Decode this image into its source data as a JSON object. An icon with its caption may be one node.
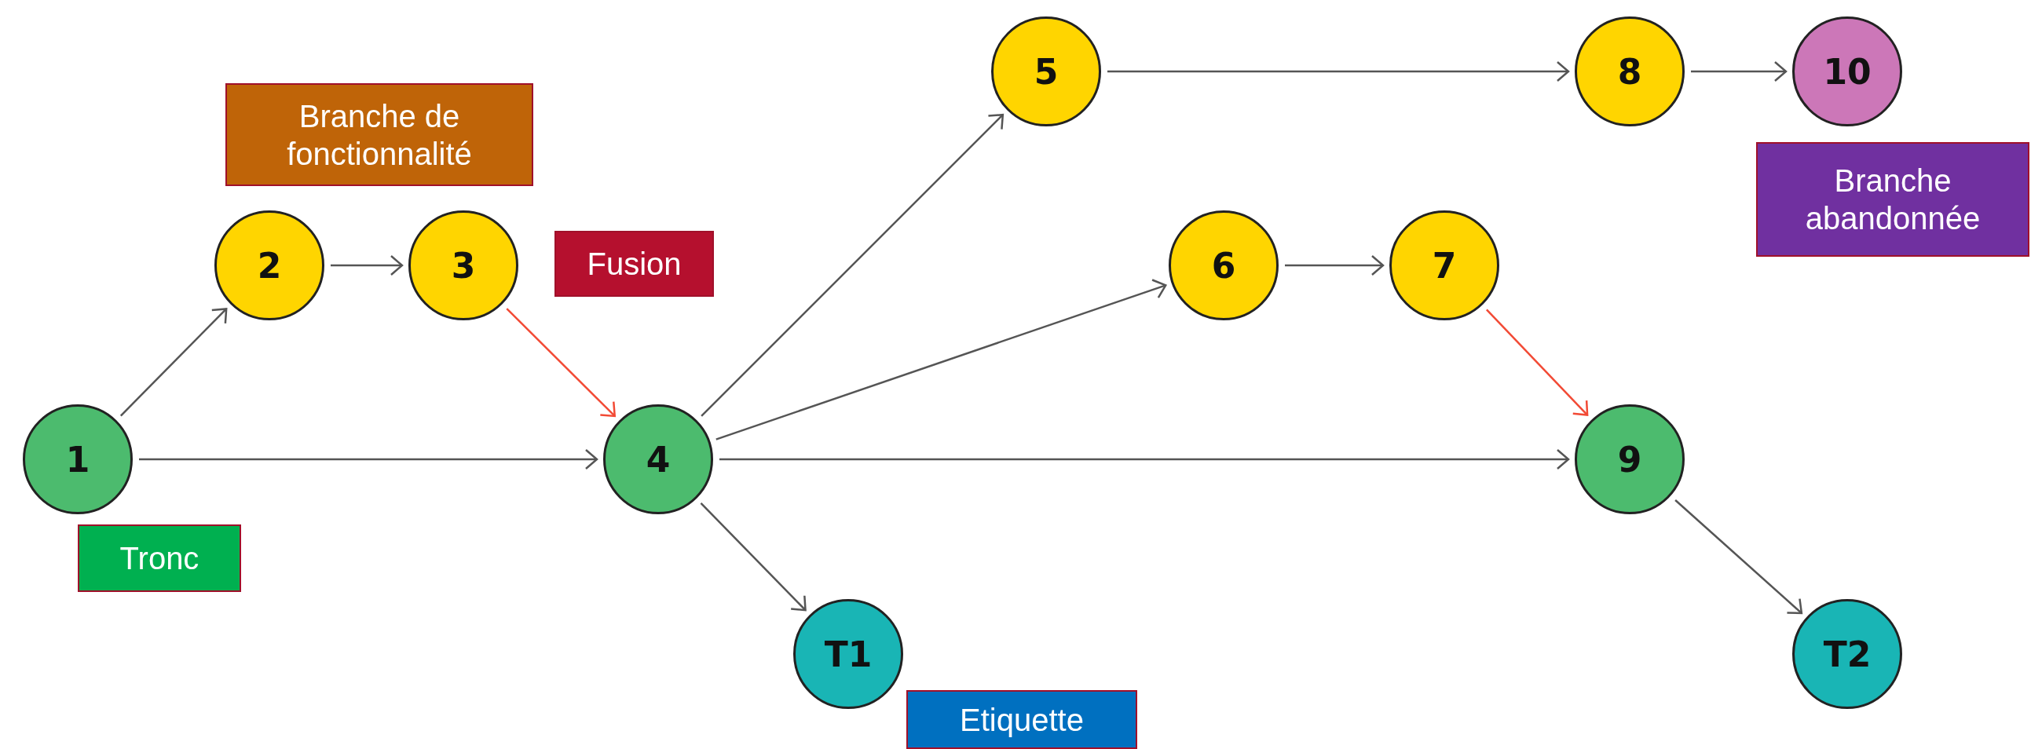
{
  "diagram": {
    "nodes": [
      {
        "text": [
          "1"
        ]
      },
      {
        "text": [
          "2"
        ]
      },
      {
        "text": [
          "3"
        ]
      },
      {
        "text": [
          "4"
        ]
      },
      {
        "text": [
          "5"
        ]
      },
      {
        "text": [
          "6"
        ]
      },
      {
        "text": [
          "7"
        ]
      },
      {
        "text": [
          "8"
        ]
      },
      {
        "text": [
          "9"
        ]
      },
      {
        "text": [
          "10"
        ]
      },
      {
        "text": [
          "T1"
        ]
      },
      {
        "text": [
          "T2"
        ]
      },
      {
        "text": [
          "Tronc"
        ]
      },
      {
        "text": [
          "Branche de fonctionnalité"
        ]
      },
      {
        "text": [
          "Fusion"
        ]
      },
      {
        "text": [
          "Branche abandonnée"
        ]
      },
      {
        "text": [
          "Etiquette"
        ]
      }
    ],
    "edges": [
      {
        "from": 0,
        "to": 1,
        "arrow": "to"
      },
      {
        "from": 1,
        "to": 2,
        "arrow": "to"
      },
      {
        "from": 2,
        "to": 3,
        "arrow": "to",
        "color": "#f24a35"
      },
      {
        "from": 0,
        "to": 3,
        "arrow": "to"
      },
      {
        "from": 3,
        "to": 4,
        "arrow": "to"
      },
      {
        "from": 3,
        "to": 5,
        "arrow": "to"
      },
      {
        "from": 3,
        "to": 8,
        "arrow": "to"
      },
      {
        "from": 3,
        "to": 10,
        "arrow": "to"
      },
      {
        "from": 4,
        "to": 7,
        "arrow": "to"
      },
      {
        "from": 7,
        "to": 9,
        "arrow": "to"
      },
      {
        "from": 5,
        "to": 6,
        "arrow": "to"
      },
      {
        "from": 6,
        "to": 8,
        "arrow": "to",
        "color": "#f24a35"
      },
      {
        "from": 8,
        "to": 11,
        "arrow": "to"
      }
    ]
  }
}
